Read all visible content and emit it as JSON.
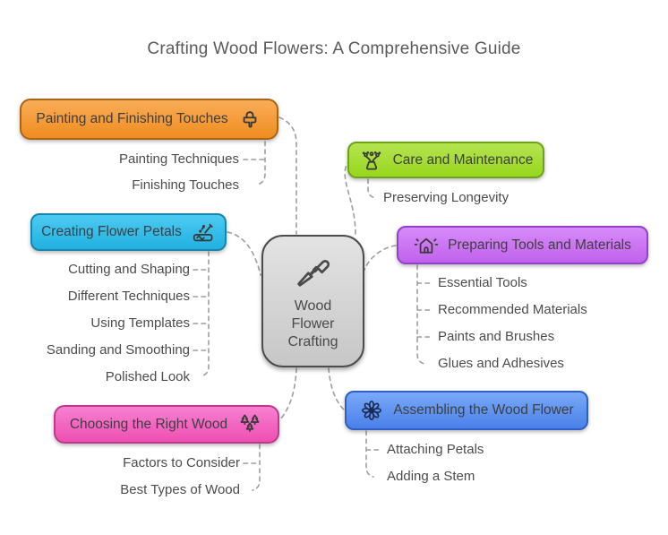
{
  "title": "Crafting Wood Flowers: A Comprehensive Guide",
  "center": {
    "label": "Wood Flower Crafting",
    "lines": [
      "Wood",
      "Flower",
      "Crafting"
    ],
    "icon": "carving-knife-icon"
  },
  "branches": [
    {
      "label": "Painting and Finishing Touches",
      "icon": "paintbrush-icon",
      "accent": "#f08c1f",
      "children": [
        "Painting Techniques",
        "Finishing Touches"
      ]
    },
    {
      "label": "Care and Maintenance",
      "icon": "flower-vase-icon",
      "accent": "#98d71b",
      "children": [
        "Preserving Longevity"
      ]
    },
    {
      "label": "Creating Flower Petals",
      "icon": "wood-carving-icon",
      "accent": "#21b1e1",
      "children": [
        "Cutting and Shaping",
        "Different Techniques",
        "Using Templates",
        "Sanding and Smoothing",
        "Polished Look"
      ]
    },
    {
      "label": "Preparing Tools and Materials",
      "icon": "home-sparkle-icon",
      "accent": "#c161ee",
      "children": [
        "Essential Tools",
        "Recommended Materials",
        "Paints and Brushes",
        "Glues and Adhesives"
      ]
    },
    {
      "label": "Choosing the Right Wood",
      "icon": "pine-trees-icon",
      "accent": "#ee4fb1",
      "children": [
        "Factors to Consider",
        "Best Types of Wood"
      ]
    },
    {
      "label": "Assembling the Wood Flower",
      "icon": "dahlia-flower-icon",
      "accent": "#4a80e9",
      "children": [
        "Attaching Petals",
        "Adding a Stem"
      ]
    }
  ]
}
